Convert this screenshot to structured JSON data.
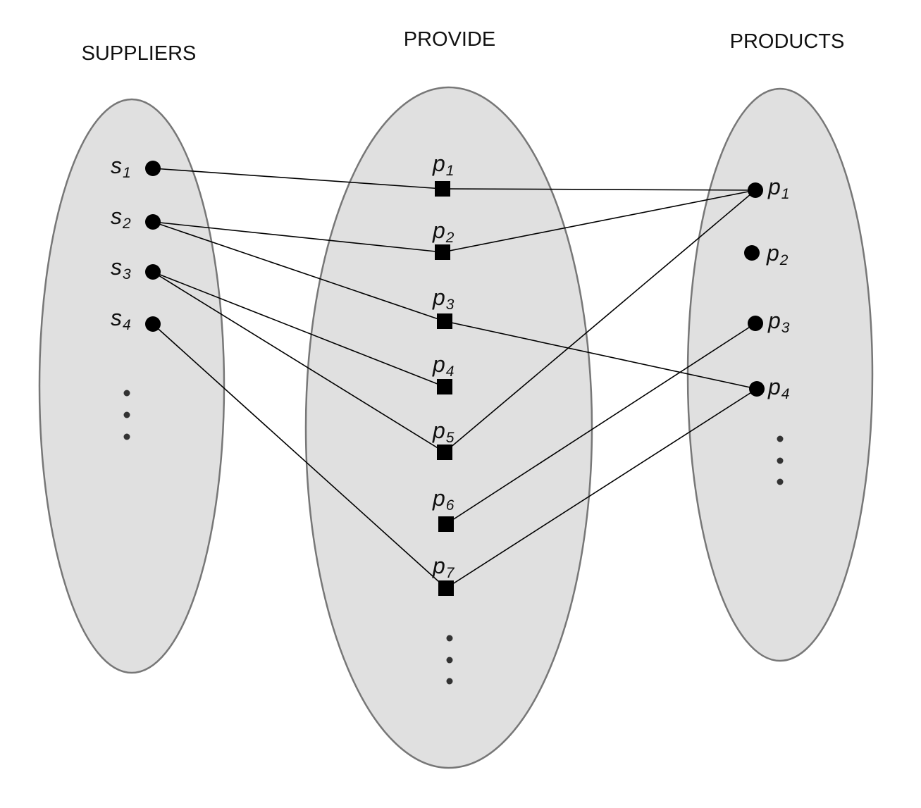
{
  "sets": {
    "suppliers": {
      "title": "SUPPLIERS"
    },
    "provide": {
      "title": "PROVIDE"
    },
    "products": {
      "title": "PRODUCTS"
    }
  },
  "suppliers": [
    {
      "id": "s1",
      "base": "s",
      "sub": "1"
    },
    {
      "id": "s2",
      "base": "s",
      "sub": "2"
    },
    {
      "id": "s3",
      "base": "s",
      "sub": "3"
    },
    {
      "id": "s4",
      "base": "s",
      "sub": "4"
    }
  ],
  "provide": [
    {
      "id": "r1",
      "base": "p",
      "sub": "1"
    },
    {
      "id": "r2",
      "base": "p",
      "sub": "2"
    },
    {
      "id": "r3",
      "base": "p",
      "sub": "3"
    },
    {
      "id": "r4",
      "base": "p",
      "sub": "4"
    },
    {
      "id": "r5",
      "base": "p",
      "sub": "5"
    },
    {
      "id": "r6",
      "base": "p",
      "sub": "6"
    },
    {
      "id": "r7",
      "base": "p",
      "sub": "7"
    }
  ],
  "products": [
    {
      "id": "q1",
      "base": "p",
      "sub": "1"
    },
    {
      "id": "q2",
      "base": "p",
      "sub": "2"
    },
    {
      "id": "q3",
      "base": "p",
      "sub": "3"
    },
    {
      "id": "q4",
      "base": "p",
      "sub": "4"
    }
  ],
  "edges": [
    [
      "s1",
      "r1"
    ],
    [
      "r1",
      "q1"
    ],
    [
      "s2",
      "r2"
    ],
    [
      "r2",
      "q1"
    ],
    [
      "s2",
      "r3"
    ],
    [
      "r3",
      "q4"
    ],
    [
      "s3",
      "r4"
    ],
    [
      "s3",
      "r5"
    ],
    [
      "r5",
      "q1"
    ],
    [
      "s4",
      "r7"
    ],
    [
      "r7",
      "q4"
    ],
    [
      "r6",
      "q3"
    ]
  ],
  "colors": {
    "fill": "#e0e0e0",
    "outline": "#777777",
    "ink": "#000000"
  }
}
